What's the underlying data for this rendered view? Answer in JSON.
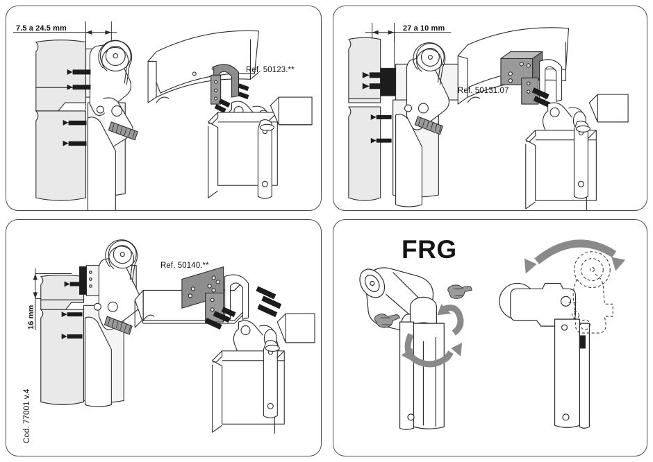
{
  "sheet": {
    "doc_code": "Cod. 77001 v.4",
    "family_title": "FRG"
  },
  "panels": [
    {
      "id": "panel-1",
      "name": "installation-variant-50123",
      "dimension_label": "7.5 a 24.5 mm",
      "ref_label": "Ref. 50123.**",
      "parts": [
        "wall-section",
        "door-leaf",
        "hinge-arm",
        "roller-pulley",
        "u-bracket",
        "mounting-screws",
        "door-frame-beam",
        "knuckle-joint"
      ]
    },
    {
      "id": "panel-2",
      "name": "installation-variant-50131",
      "dimension_label": "27 a 10 mm",
      "ref_label": "Ref. 50131.07",
      "parts": [
        "wall-section",
        "door-leaf",
        "hinge-arm",
        "roller-pulley",
        "spacer-block",
        "mounting-screws",
        "door-frame-beam",
        "knuckle-joint"
      ]
    },
    {
      "id": "panel-3",
      "name": "installation-variant-50140",
      "dimension_label": "16 mm",
      "ref_label": "Ref. 50140.**",
      "doc_code": "Cod. 77001 v.4",
      "parts": [
        "wall-section",
        "door-leaf",
        "hinge-arm",
        "roller-pulley",
        "flat-mounting-plate",
        "mounting-screws",
        "door-frame-beam",
        "knuckle-joint"
      ]
    },
    {
      "id": "panel-4",
      "name": "adjustment-instructions",
      "title": "FRG",
      "figures": [
        {
          "name": "rotation-adjustment-figure",
          "tools": [
            "allen-key-icon",
            "hex-tool-icon"
          ],
          "arrow": "curved-rotation-arrow"
        },
        {
          "name": "swing-range-figure",
          "arrow": "double-headed-swing-arrow",
          "ghost": "dashed-alternate-position"
        }
      ]
    }
  ],
  "colors": {
    "panel_border": "#4a4a4a",
    "line": "#2b2b2b",
    "fill_light": "#e9e9e9",
    "fill_mid": "#8d8d8d",
    "fill_dark": "#1c1c1c",
    "arrow_gray": "#8a8a8a",
    "background": "#ffffff"
  }
}
